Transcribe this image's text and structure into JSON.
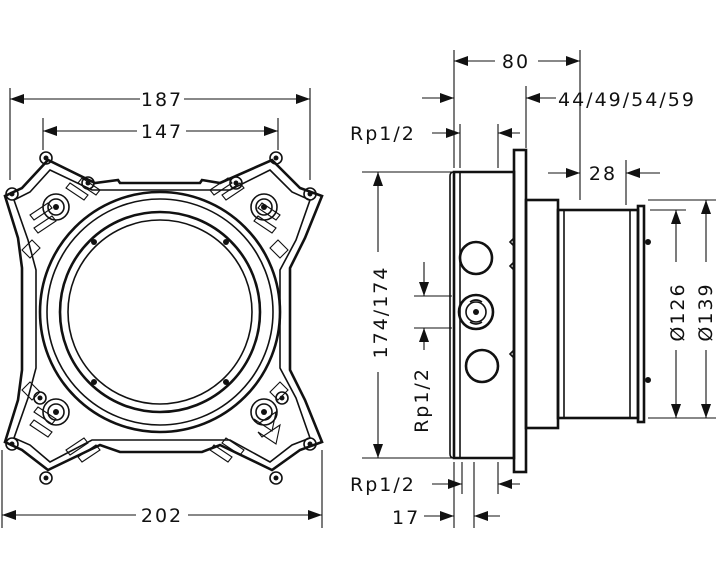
{
  "front_view": {
    "dim_overall_top": "187",
    "dim_inner_top": "147",
    "dim_bottom": "202"
  },
  "side_view": {
    "dim_depth": "80",
    "dim_variants": "44/49/54/59",
    "dim_28": "28",
    "thread_top": "Rp1/2",
    "thread_mid": "Rp1/2",
    "thread_bottom": "Rp1/2",
    "dim_height": "174/174",
    "dim_17": "17",
    "dia_126": "Ø126",
    "dia_139": "Ø139"
  }
}
